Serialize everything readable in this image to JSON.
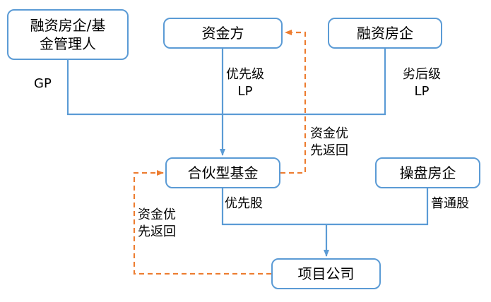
{
  "diagram": {
    "nodes": {
      "manager": {
        "label": "融资房企/基\n金管理人"
      },
      "capital": {
        "label": "资金方"
      },
      "financier": {
        "label": "融资房企"
      },
      "fund": {
        "label": "合伙型基金"
      },
      "operator": {
        "label": "操盘房企"
      },
      "project": {
        "label": "项目公司"
      }
    },
    "labels": {
      "gp": "GP",
      "senior_lp": "优先级\nLP",
      "junior_lp": "劣后级\nLP",
      "return_to_capital": "资金优\n先返回",
      "preferred_shares": "优先股",
      "common_shares": "普通股",
      "return_to_fund": "资金优\n先返回"
    },
    "colors": {
      "box_border": "#5B9BD5",
      "solid_connector": "#5B9BD5",
      "dashed_connector": "#ED7D31",
      "text": "#000000",
      "background": "#FFFFFF"
    }
  }
}
